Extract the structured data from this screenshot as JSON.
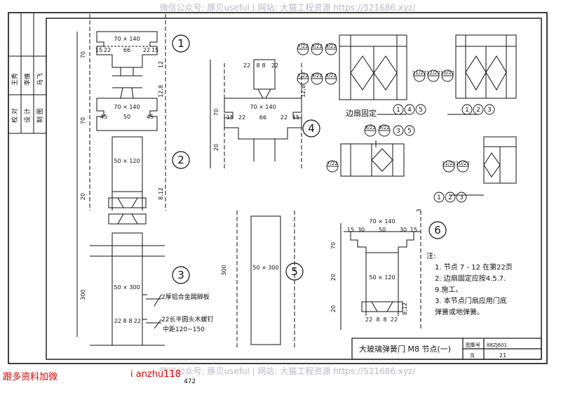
{
  "watermark": "微信公众号: 豚贝useful | 网站: 大猫工程资源 https://521686.xyz/",
  "promo": {
    "left": "跟多资料加微",
    "right": "i anzhu118"
  },
  "page_mark": "472",
  "title_block": {
    "title": "大玻璃弹簧门 M8 节点(一)",
    "atlas_label": "图集号",
    "atlas_no": "88ZJ601",
    "page_label": "页",
    "page_no": "21"
  },
  "side_block": {
    "rows": [
      "校 对",
      "设 计",
      "制 图"
    ],
    "signatures": [
      "王秀",
      "李维",
      "马飞"
    ]
  },
  "node_numbers": [
    "1",
    "2",
    "3",
    "4",
    "5",
    "6"
  ],
  "sizes": {
    "s70x140": "70 × 140",
    "s50x120": "50 × 120",
    "s50x300": "50 × 300"
  },
  "dims": {
    "d15": "15",
    "d22": "22",
    "d66": "66",
    "d45": "45",
    "d50": "50",
    "d30": "30",
    "d8": "8",
    "d20": "20",
    "d70": "70",
    "d300": "300",
    "d12": "12",
    "d12_8": "12,8",
    "d8_12": "8,12",
    "d3": "3"
  },
  "fixed_side_label": "边扇固定",
  "refs": {
    "r7_22": "7/22",
    "r8_22": "8/22",
    "r9_22": "9/22",
    "r10_22": "10/22",
    "r11_22": "11/22",
    "r12_22": "12/22"
  },
  "circles": {
    "c1": "1",
    "c2": "2",
    "c3": "3",
    "c4": "4",
    "c5": "5",
    "c6": "6"
  },
  "callouts": [
    "2厚铝合金踢脚板",
    "22长半圆头木螺钉",
    "中距120~150"
  ],
  "notes": {
    "heading": "注:",
    "items": [
      "1. 节点 7 - 12 在第22页",
      "2. 边扇固定应按4.5.7.",
      "   9.施工。",
      "3. 本节点门扇应用门底",
      "   弹簧或地弹簧。"
    ]
  },
  "colors": {
    "line": "#111111",
    "watermark": "#b9b9c9",
    "promo": "#e60000"
  }
}
